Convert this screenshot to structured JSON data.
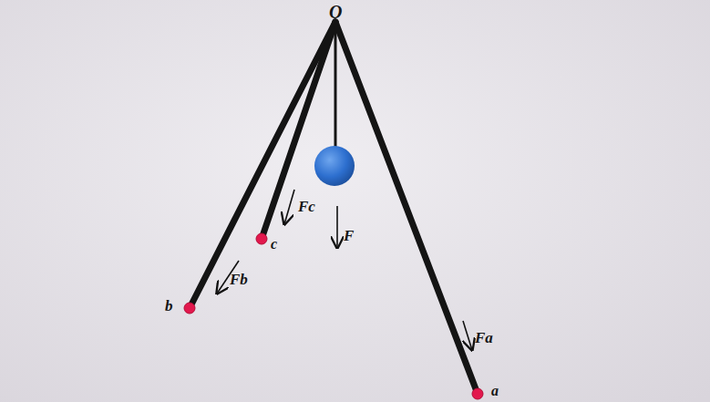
{
  "diagram": {
    "labels": [
      "O",
      "Fc",
      "c",
      "F",
      "Fb",
      "b",
      "Fa",
      "a"
    ]
  }
}
